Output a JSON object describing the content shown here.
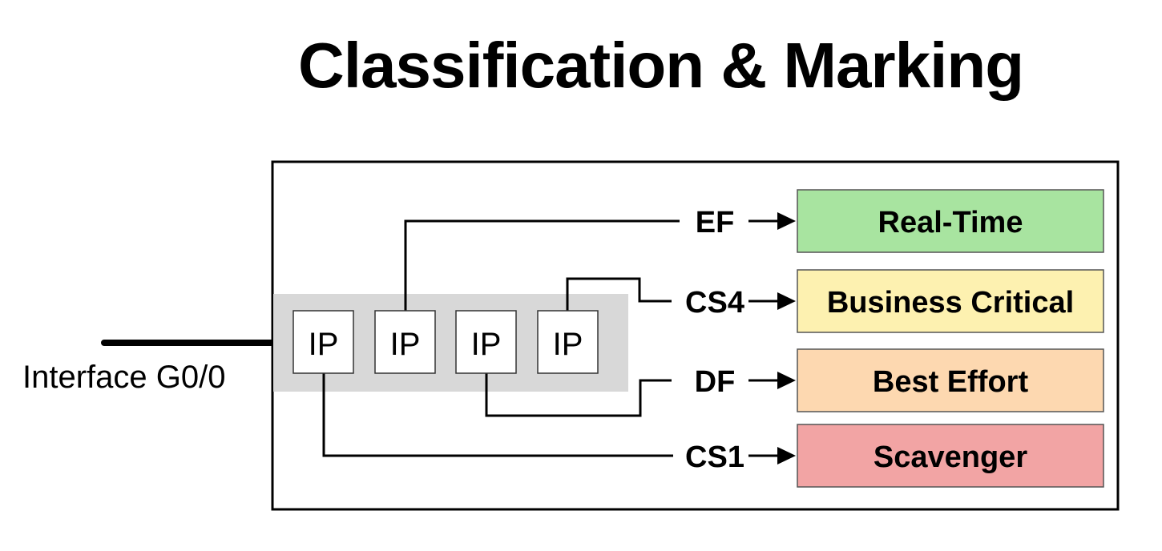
{
  "title": "Classification & Marking",
  "interface_label": "Interface G0/0",
  "packets": [
    "IP",
    "IP",
    "IP",
    "IP"
  ],
  "markings": [
    {
      "code": "EF",
      "class": "Real-Time",
      "color": "#a8e4a0"
    },
    {
      "code": "CS4",
      "class": "Business Critical",
      "color": "#fdf1b0"
    },
    {
      "code": "DF",
      "class": "Best Effort",
      "color": "#fdd8b0"
    },
    {
      "code": "CS1",
      "class": "Scavenger",
      "color": "#f2a4a4"
    }
  ]
}
